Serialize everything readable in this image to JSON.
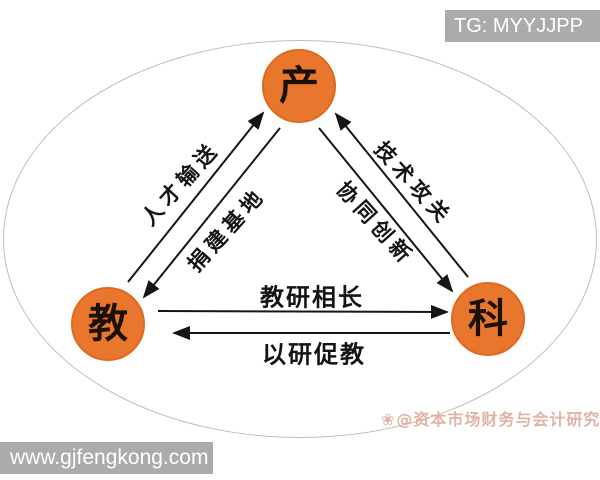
{
  "nodes": {
    "top": {
      "label": "产"
    },
    "left": {
      "label": "教"
    },
    "right": {
      "label": "科"
    }
  },
  "edges": {
    "left_outer": {
      "label": "人才输送",
      "from": "教",
      "to": "产"
    },
    "left_inner": {
      "label": "捐建基地",
      "from": "产",
      "to": "教"
    },
    "right_outer": {
      "label": "技术攻关",
      "from": "科",
      "to": "产"
    },
    "right_inner": {
      "label": "协同创新",
      "from": "产",
      "to": "科"
    },
    "bottom_upper": {
      "label": "教研相长",
      "from": "教",
      "to": "科"
    },
    "bottom_lower": {
      "label": "以研促教",
      "from": "科",
      "to": "教"
    }
  },
  "overlays": {
    "tg_badge": "TG: MYYJJPP",
    "site_badge": "www.gjfengkong.com",
    "watermark_text": "@资本市场财务与会计研究",
    "watermark_icon": "❀"
  },
  "colors": {
    "node_fill": "#e8762d",
    "node_border": "#dd6a1e",
    "node_text": "#1c1006",
    "arrow": "#151515",
    "ellipse_border": "#c9bcae",
    "badge_bg": "#ababab",
    "badge_text": "#ffffff",
    "watermark": "#dcab9c"
  }
}
